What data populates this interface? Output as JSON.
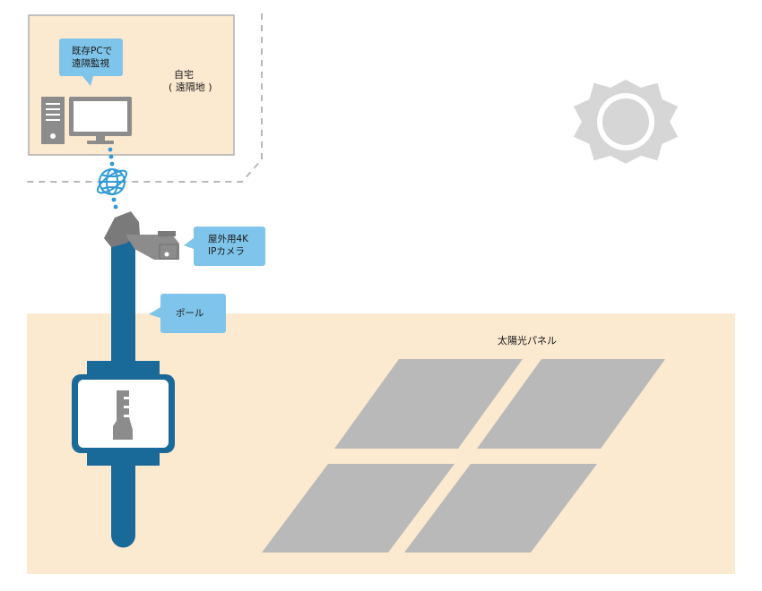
{
  "home": {
    "callout_line1": "既存PCで",
    "callout_line2": "遠隔監視",
    "label_line1": "自宅",
    "label_line2": "( 遠隔地 )"
  },
  "camera": {
    "callout_line1": "屋外用4K",
    "callout_line2": "IPカメラ"
  },
  "pole": {
    "callout": "ポール"
  },
  "solar": {
    "label": "太陽光パネル"
  },
  "colors": {
    "ground": "#fbe9d0",
    "home_box": "#fbe9d0",
    "callout": "#7fc4ea",
    "pole": "#1a6a99",
    "camera": "#8c8c8c",
    "panel": "#b9b9b9",
    "sun": "#d6d6d6",
    "network_dots": "#2e9ad8"
  }
}
